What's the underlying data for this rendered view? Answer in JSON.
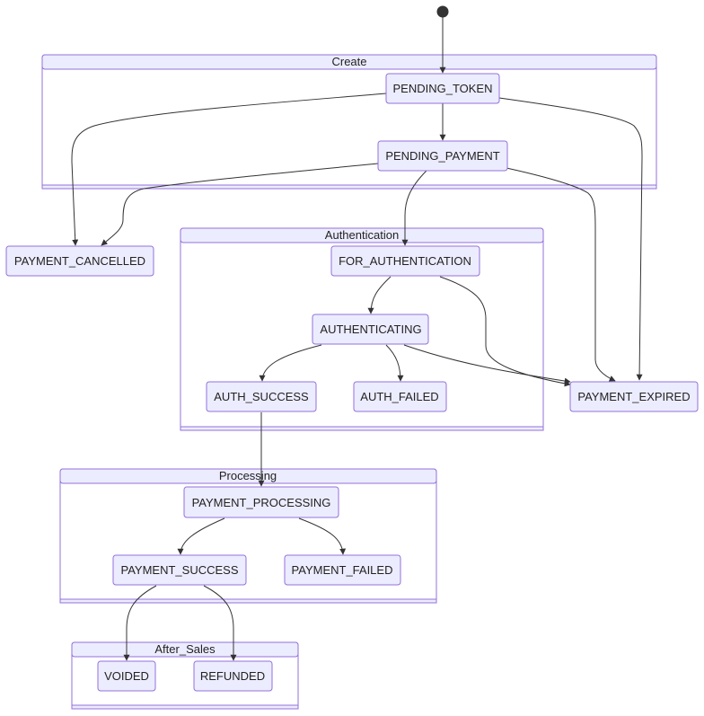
{
  "diagram": {
    "type": "state-diagram",
    "clusters": [
      {
        "id": "create",
        "label": "Create"
      },
      {
        "id": "authentication",
        "label": "Authentication"
      },
      {
        "id": "processing",
        "label": "Processing"
      },
      {
        "id": "after_sales",
        "label": "After_Sales"
      }
    ],
    "states": [
      {
        "id": "pending_token",
        "label": "PENDING_TOKEN",
        "cluster": "create"
      },
      {
        "id": "pending_payment",
        "label": "PENDING_PAYMENT",
        "cluster": "create"
      },
      {
        "id": "payment_cancelled",
        "label": "PAYMENT_CANCELLED",
        "cluster": ""
      },
      {
        "id": "for_authentication",
        "label": "FOR_AUTHENTICATION",
        "cluster": "authentication"
      },
      {
        "id": "authenticating",
        "label": "AUTHENTICATING",
        "cluster": "authentication"
      },
      {
        "id": "auth_success",
        "label": "AUTH_SUCCESS",
        "cluster": "authentication"
      },
      {
        "id": "auth_failed",
        "label": "AUTH_FAILED",
        "cluster": "authentication"
      },
      {
        "id": "payment_expired",
        "label": "PAYMENT_EXPIRED",
        "cluster": ""
      },
      {
        "id": "payment_processing",
        "label": "PAYMENT_PROCESSING",
        "cluster": "processing"
      },
      {
        "id": "payment_success",
        "label": "PAYMENT_SUCCESS",
        "cluster": "processing"
      },
      {
        "id": "payment_failed",
        "label": "PAYMENT_FAILED",
        "cluster": "processing"
      },
      {
        "id": "voided",
        "label": "VOIDED",
        "cluster": "after_sales"
      },
      {
        "id": "refunded",
        "label": "REFUNDED",
        "cluster": "after_sales"
      }
    ],
    "transitions": [
      {
        "from": "start",
        "to": "pending_token"
      },
      {
        "from": "pending_token",
        "to": "pending_payment"
      },
      {
        "from": "pending_token",
        "to": "payment_cancelled"
      },
      {
        "from": "pending_token",
        "to": "payment_expired"
      },
      {
        "from": "pending_payment",
        "to": "payment_cancelled"
      },
      {
        "from": "pending_payment",
        "to": "for_authentication"
      },
      {
        "from": "pending_payment",
        "to": "payment_expired"
      },
      {
        "from": "for_authentication",
        "to": "authenticating"
      },
      {
        "from": "for_authentication",
        "to": "payment_expired"
      },
      {
        "from": "authenticating",
        "to": "auth_success"
      },
      {
        "from": "authenticating",
        "to": "auth_failed"
      },
      {
        "from": "authenticating",
        "to": "payment_expired"
      },
      {
        "from": "auth_success",
        "to": "payment_processing"
      },
      {
        "from": "payment_processing",
        "to": "payment_success"
      },
      {
        "from": "payment_processing",
        "to": "payment_failed"
      },
      {
        "from": "payment_success",
        "to": "voided"
      },
      {
        "from": "payment_success",
        "to": "refunded"
      }
    ],
    "colors": {
      "node_fill": "#ececff",
      "node_stroke": "#9370db",
      "edge": "#333333",
      "start_marker": "#333333"
    }
  }
}
